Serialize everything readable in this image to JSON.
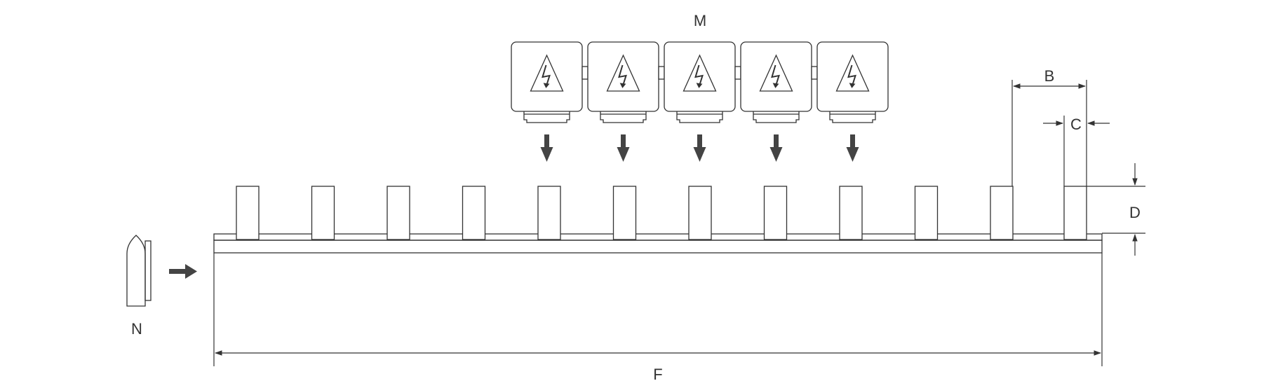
{
  "labels": {
    "M": "M",
    "N": "N",
    "B": "B",
    "C": "C",
    "D": "D",
    "F": "F"
  },
  "components": {
    "pin_count": 12,
    "protective_cap_count": 5,
    "cap_symbol": "high-voltage-warning-icon"
  },
  "colors": {
    "stroke": "#333333",
    "arrow": "#444444",
    "background": "#ffffff"
  }
}
